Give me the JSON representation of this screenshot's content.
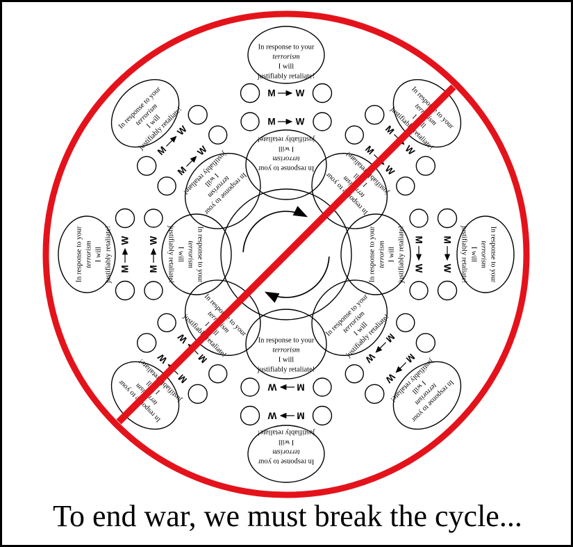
{
  "caption": "To end war, we must break the cycle...",
  "diagram": {
    "bubble": {
      "lines": [
        "In response to your",
        "terrorism",
        "I will",
        "justifiably retaliate!"
      ],
      "italic_line": "terrorism",
      "italic_line_index": 1
    },
    "exchange": {
      "from": "M",
      "to": "W",
      "rows_per_pair": 2
    },
    "spokes": {
      "count": 8,
      "angles_deg": [
        0,
        45,
        90,
        135,
        180,
        225,
        270,
        315
      ]
    },
    "center": {
      "symbol": "cycle-arrows",
      "direction": "clockwise"
    },
    "prohibition": {
      "shape": "circle-with-diagonal-slash",
      "slash_orientation": "top-right-to-bottom-left"
    }
  },
  "colors": {
    "prohibition_red": "#e4131b",
    "ink": "#000000",
    "background": "#ffffff"
  }
}
